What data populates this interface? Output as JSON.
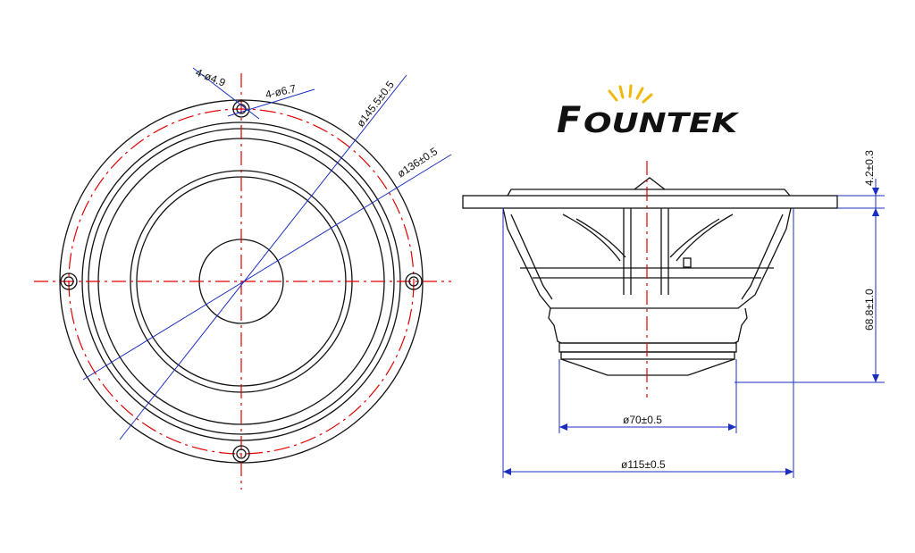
{
  "brand": {
    "name": "FOUNTEK",
    "first_letter": "F",
    "rest": "OUNTEK",
    "accent_color": "#f2b705",
    "text_color": "#111111"
  },
  "front_view": {
    "labels": {
      "hole_small": "4-ø4.9",
      "hole_large": "4-ø6.7",
      "outer_diameter": "ø145.5±0.5",
      "bolt_circle": "ø136±0.5"
    }
  },
  "side_view": {
    "labels": {
      "flange_height": "4.2±0.3",
      "depth": "68.8±1.0",
      "magnet_diameter": "ø70±0.5",
      "cutout_diameter": "ø115±0.5"
    }
  },
  "colors": {
    "outline": "#111111",
    "center_line": "#e00000",
    "dimension_line": "#1a2fbf",
    "background": "#ffffff"
  }
}
